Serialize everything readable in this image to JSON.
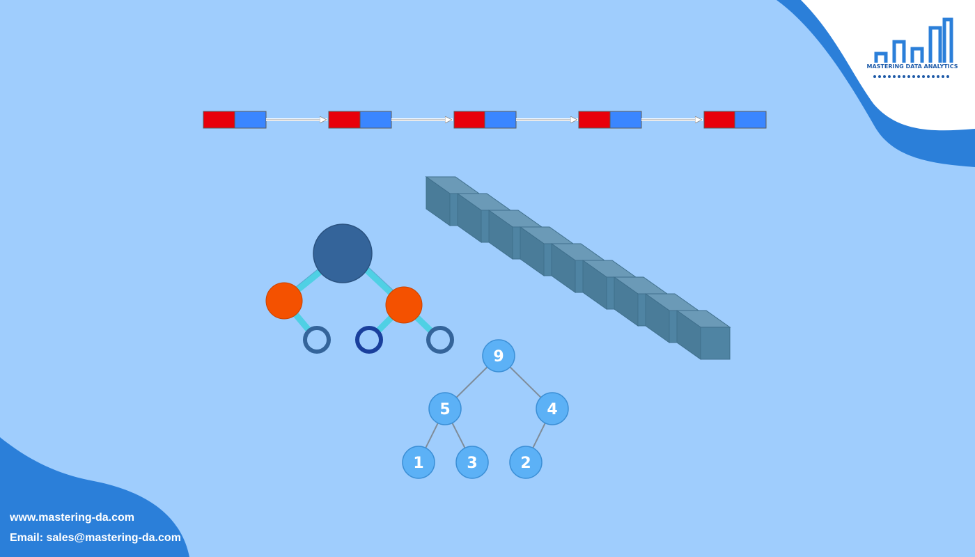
{
  "brand": {
    "logo_text": "MASTERING DATA ANALYTICS"
  },
  "footer": {
    "website": "www.mastering-da.com",
    "email": "Email: sales@mastering-da.com"
  },
  "heap_tree": {
    "nodes": [
      "9",
      "5",
      "4",
      "1",
      "3",
      "2"
    ]
  },
  "colors": {
    "background": "#9fcdfd",
    "wave": "#2b7fd9",
    "list_data": "#e8000b",
    "list_pointer": "#3a86ff",
    "tree_root": "#34649a",
    "tree_child": "#f45100",
    "tree_edge": "#4fd0e4",
    "heap_node": "#5cb1f6",
    "array_cube": "#4f84a3"
  }
}
